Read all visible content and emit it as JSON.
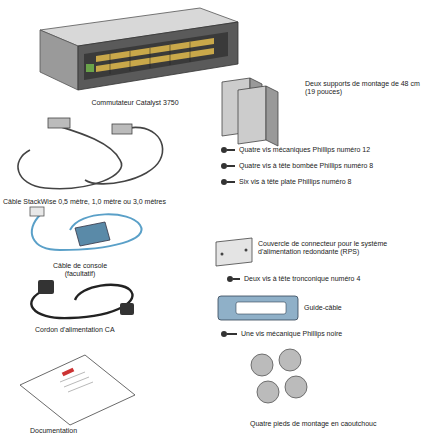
{
  "diagram": {
    "labels": [
      "Commutateur Catalyst 3750",
      "Câble StackWise 0,5 mètre, 1,0 mètre ou 3,0 mètres",
      "Câble de console (facultatif)",
      "Cordon d'alimentation CA",
      "Documentation",
      "Deux supports de montage de 48 cm (19 pouces)",
      "Quatre vis mécaniques Phillips numéro 12",
      "Quatre vis à tête bombée Phillips numéro 8",
      "Six vis à tête plate Phillips numéro 8",
      "Couvercle de connecteur pour le système d'alimentation redondante (RPS)",
      "Deux vis à tête tronconique numéro 4",
      "Guide-câble",
      "Une vis mécanique Phillips noire",
      "Quatre pieds de montage en caoutchouc"
    ]
  }
}
